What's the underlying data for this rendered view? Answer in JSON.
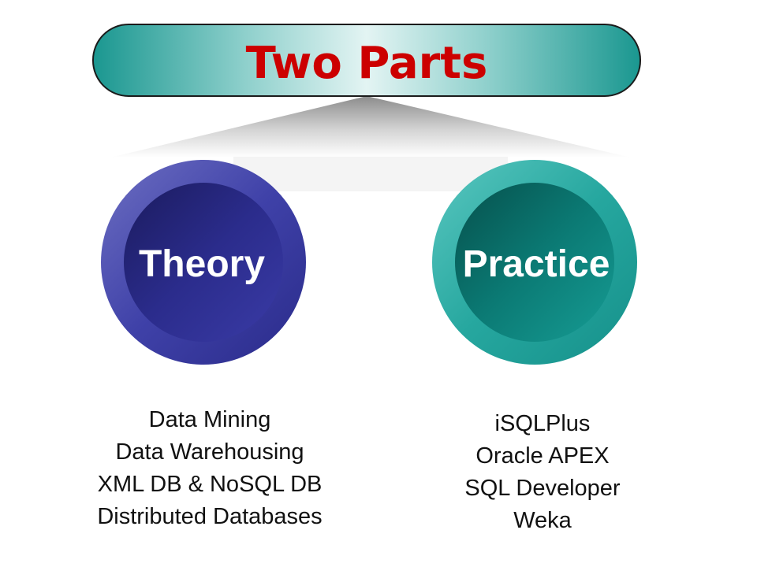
{
  "title": "Two Parts",
  "theory": {
    "label": "Theory",
    "items": [
      "Data Mining",
      "Data Warehousing",
      "XML DB & NoSQL DB",
      "Distributed Databases"
    ]
  },
  "practice": {
    "label": "Practice",
    "items": [
      "iSQLPlus",
      "Oracle APEX",
      "SQL Developer",
      "Weka"
    ]
  },
  "colors": {
    "title_text": "#cc0000",
    "banner_teal": "#1f9e98",
    "theory_circle": "#2e2f96",
    "practice_circle": "#149b93"
  }
}
